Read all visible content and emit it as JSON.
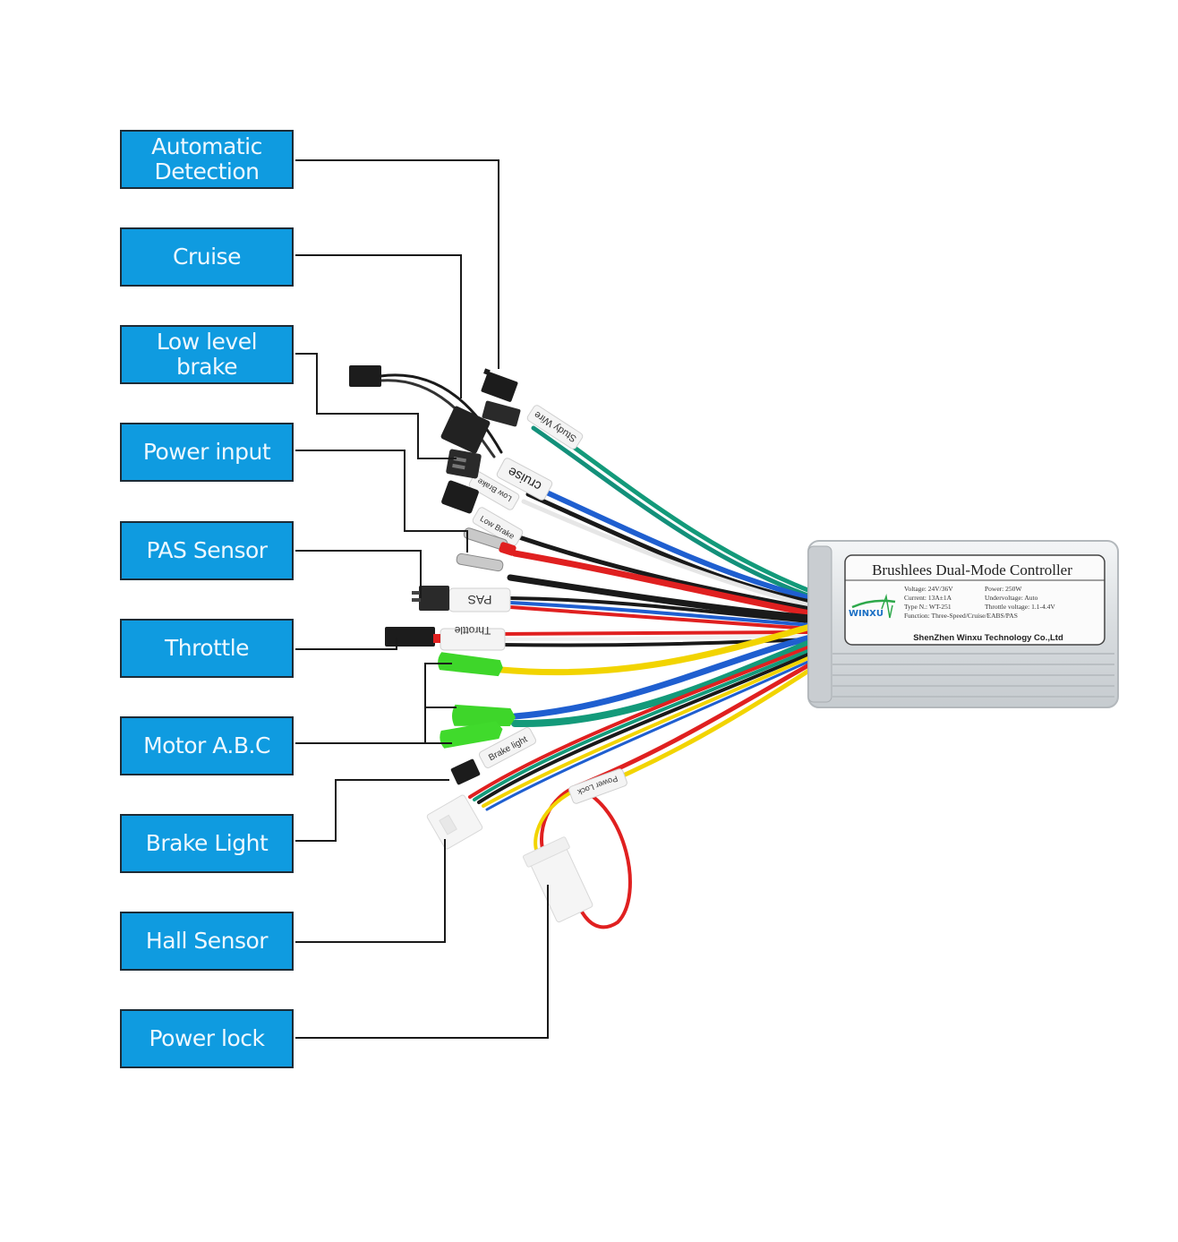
{
  "title": "E-bike brushless controller wiring diagram",
  "labels": [
    {
      "id": "automatic-detection",
      "text": "Automatic\nDetection"
    },
    {
      "id": "cruise",
      "text": "Cruise"
    },
    {
      "id": "low-level-brake",
      "text": "Low level\nbrake"
    },
    {
      "id": "power-input",
      "text": "Power input"
    },
    {
      "id": "pas-sensor",
      "text": "PAS Sensor"
    },
    {
      "id": "throttle",
      "text": "Throttle"
    },
    {
      "id": "motor-abc",
      "text": "Motor A.B.C"
    },
    {
      "id": "brake-light",
      "text": "Brake Light"
    },
    {
      "id": "hall-sensor",
      "text": "Hall Sensor"
    },
    {
      "id": "power-lock",
      "text": "Power lock"
    }
  ],
  "wire_tags": {
    "study_wire": "Study Wire",
    "cruise": "cruise",
    "low_brake_1": "Low Brake",
    "low_brake_2": "Low Brake",
    "pas": "PAS",
    "throttle": "Throttle",
    "brake_light": "Brake light",
    "power_lock": "Power Lock"
  },
  "controller": {
    "title": "Brushlees Dual-Mode Controller",
    "brand": "WINXU",
    "specs": [
      [
        "Voltage: 24V/36V",
        "Power: 250W"
      ],
      [
        "Current: 13A±1A",
        "Undervoltage: Auto"
      ],
      [
        "Type N.: WT-251",
        "Throttle voltage: 1.1-4.4V"
      ],
      [
        "Function: Three-Speed/Cruise/EABS/PAS",
        ""
      ]
    ],
    "manufacturer": "ShenZhen Winxu Technology Co.,Ltd"
  },
  "colors": {
    "label_bg": "#0f9be0",
    "label_text": "#eef8ff",
    "leader_line": "#1a1a1a",
    "wire_red": "#e02020",
    "wire_black": "#1a1a1a",
    "wire_blue": "#1f5fd0",
    "wire_green": "#139a7a",
    "wire_yellow": "#f2d400",
    "wire_white": "#f2f2f2",
    "connector_green": "#3ed62a",
    "housing": "#dfe3e6"
  }
}
